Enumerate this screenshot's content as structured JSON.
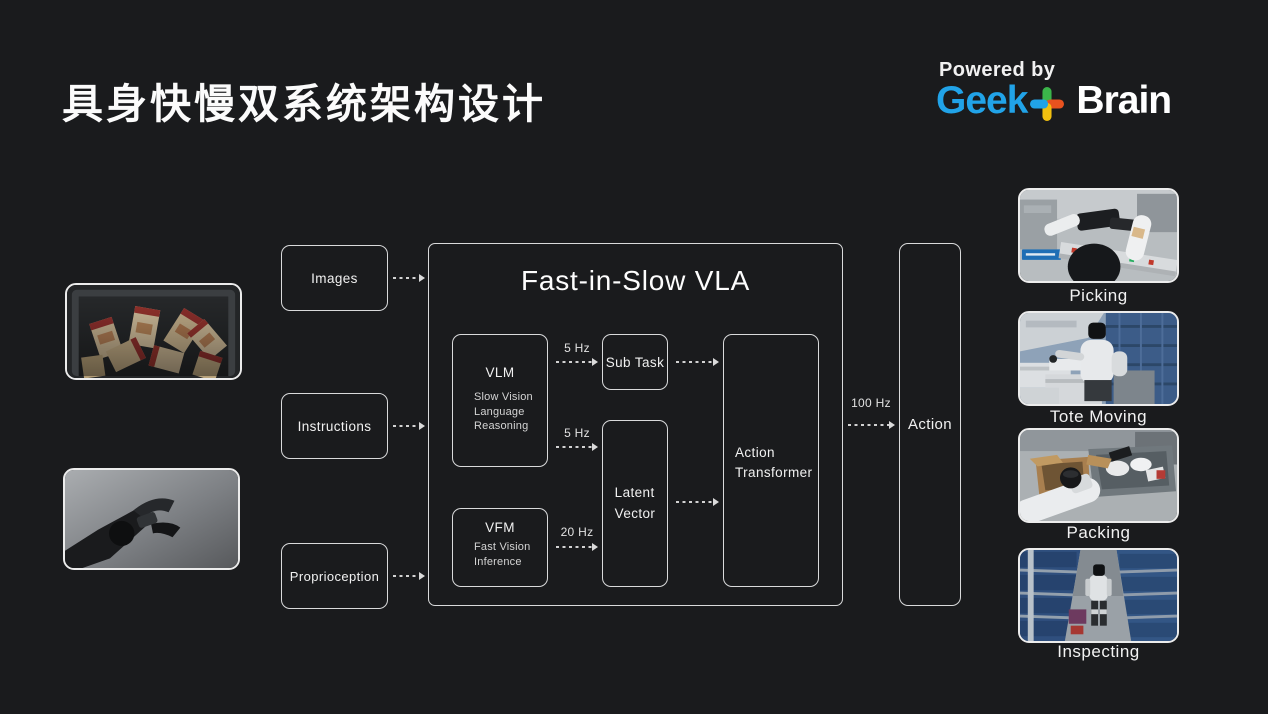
{
  "slide": {
    "title": "具身快慢双系统架构设计"
  },
  "logo": {
    "powered_by": "Powered by",
    "geek": "Geek",
    "brain": "Brain"
  },
  "diagram": {
    "inputs": [
      {
        "label": "Images"
      },
      {
        "label": "Instructions"
      },
      {
        "label": "Proprioception"
      }
    ],
    "container_title": "Fast-in-Slow VLA",
    "vlm": {
      "title": "VLM",
      "line1": "Slow Vision",
      "line2": "Language",
      "line3": "Reasoning"
    },
    "vfm": {
      "title": "VFM",
      "line1": "Fast Vision",
      "line2": "Inference"
    },
    "sub_task": "Sub Task",
    "latent_vector": {
      "line1": "Latent",
      "line2": "Vector"
    },
    "action_transformer": {
      "line1": "Action",
      "line2": "Transformer"
    },
    "action": "Action",
    "rate_vlm_subtask": "5 Hz",
    "rate_vlm_latent": "5 Hz",
    "rate_vfm_latent": "20 Hz",
    "rate_action": "100 Hz"
  },
  "gallery": {
    "captions": [
      "Picking",
      "Tote Moving",
      "Packing",
      "Inspecting"
    ]
  },
  "photos": {
    "left": [
      "cookie-bags-in-tote",
      "robot-gripper"
    ],
    "right": [
      "picking-robot-cell",
      "humanoid-tote-moving",
      "packing-arm-with-box",
      "humanoid-inspecting-aisle"
    ]
  },
  "colors": {
    "background": "#1a1b1d",
    "accent_blue": "#21a3e8",
    "plus_green": "#3bb54a",
    "plus_red": "#e8521f",
    "plus_yellow": "#f2c00f",
    "box_border": "#d9dadb"
  }
}
